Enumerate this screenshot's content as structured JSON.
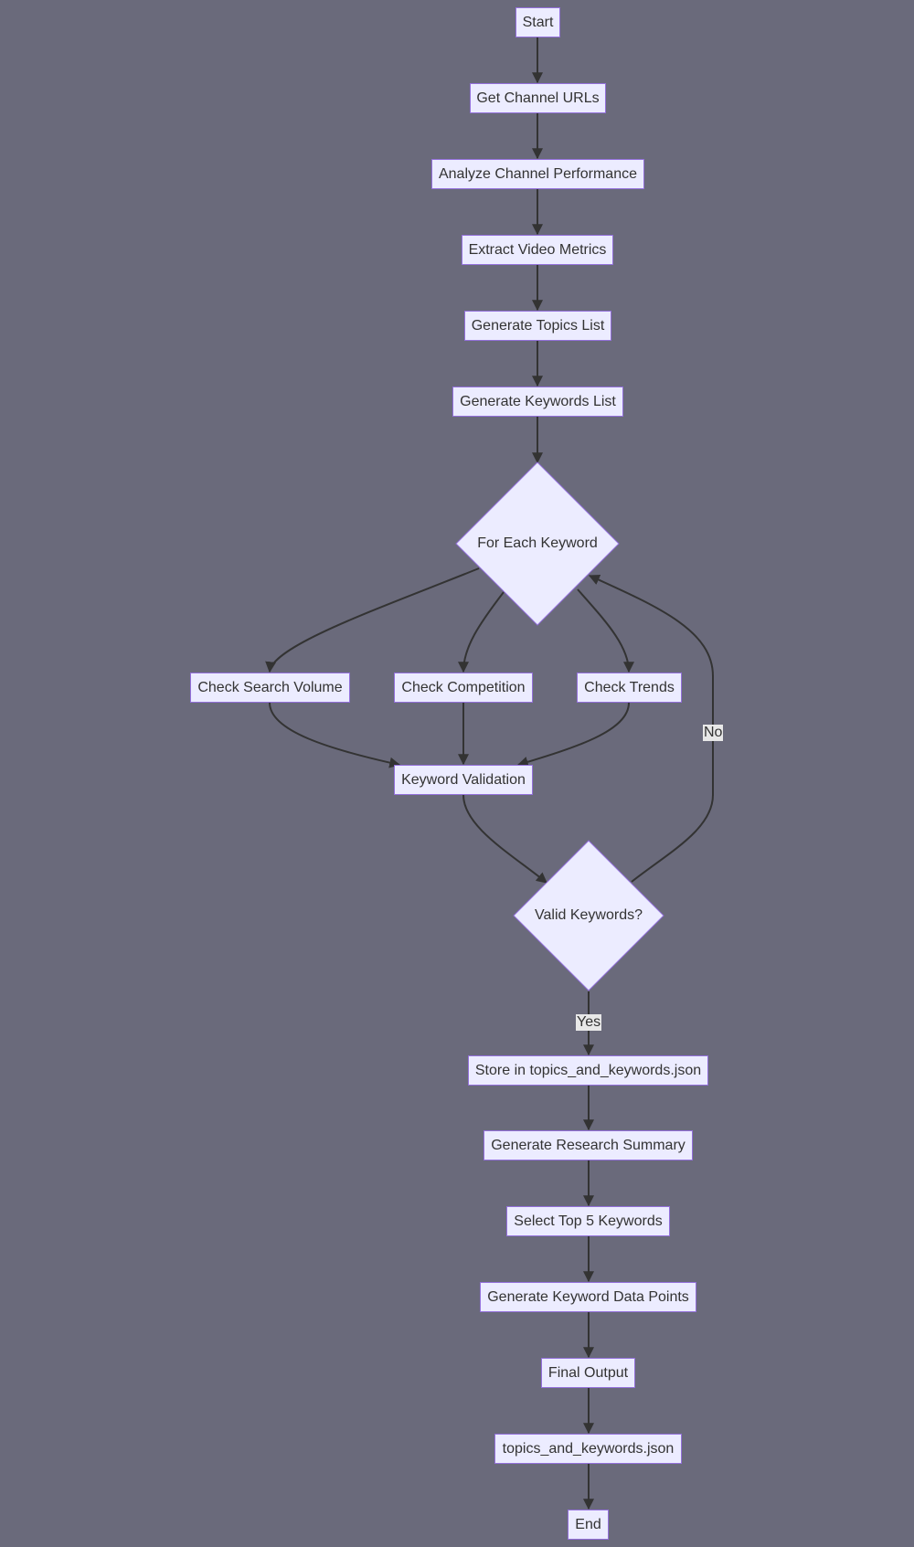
{
  "nodes": {
    "start": "Start",
    "get_channel_urls": "Get Channel URLs",
    "analyze_channel_performance": "Analyze Channel Performance",
    "extract_video_metrics": "Extract Video Metrics",
    "generate_topics_list": "Generate Topics List",
    "generate_keywords_list": "Generate Keywords List",
    "for_each_keyword": "For Each Keyword",
    "check_search_volume": "Check Search Volume",
    "check_competition": "Check Competition",
    "check_trends": "Check Trends",
    "keyword_validation": "Keyword Validation",
    "valid_keywords": "Valid Keywords?",
    "store_json": "Store in topics_and_keywords.json",
    "generate_research_summary": "Generate Research Summary",
    "select_top_5_keywords": "Select Top 5 Keywords",
    "generate_keyword_data_points": "Generate Keyword Data Points",
    "final_output": "Final Output",
    "json_file": "topics_and_keywords.json",
    "end": "End"
  },
  "edge_labels": {
    "no": "No",
    "yes": "Yes"
  },
  "colors": {
    "background": "#6a6a7b",
    "node_fill": "#ececff",
    "node_border": "#9370db",
    "edge": "#333333",
    "text": "#333333"
  }
}
